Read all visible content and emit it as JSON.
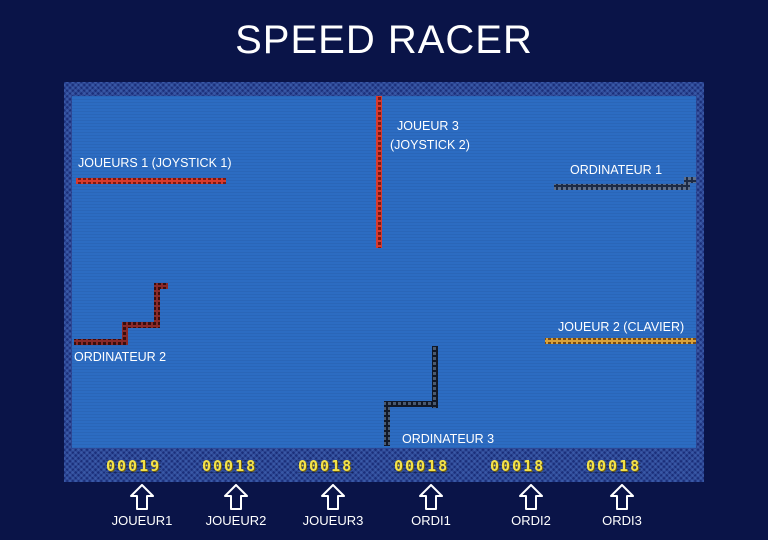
{
  "title": "SPEED RACER",
  "labels": {
    "player1": "JOUEURS 1 (JOYSTICK 1)",
    "player3_line1": "JOUEUR 3",
    "player3_line2": "(JOYSTICK 2)",
    "computer1": "ORDINATEUR 1",
    "player2": "JOUEUR 2 (CLAVIER)",
    "computer2": "ORDINATEUR 2",
    "computer3": "ORDINATEUR 3"
  },
  "scores": [
    "00019",
    "00018",
    "00018",
    "00018",
    "00018",
    "00018"
  ],
  "arrow_labels": [
    "JOUEUR1",
    "JOUEUR2",
    "JOUEUR3",
    "ORDI1",
    "ORDI2",
    "ORDI3"
  ],
  "icons": {
    "arrow": "up-arrow-icon"
  },
  "colors": {
    "background": "#0a1448",
    "play_area": "#2c6cc2",
    "trail_red": "#d83a2e",
    "trail_dark": "#1c2a44",
    "trail_maroon": "#8a2a2a",
    "trail_orange": "#d9a23a",
    "score_yellow": "#f3e24a"
  }
}
